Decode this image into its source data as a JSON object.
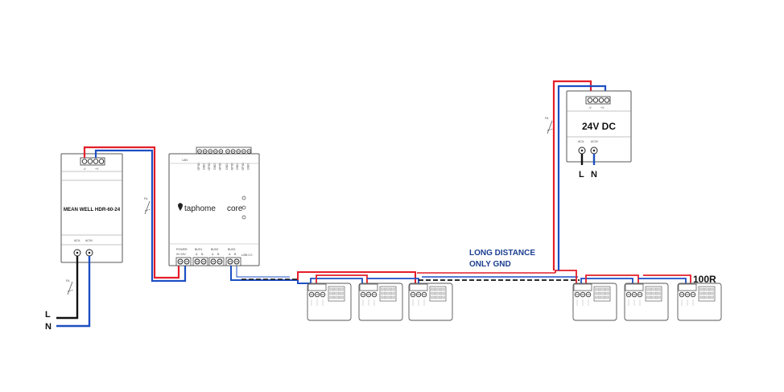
{
  "psu_left": {
    "model": "MEAN WELL HDR-60-24",
    "dc_minus": "-V",
    "dc_plus": "+V",
    "ac_l": "AC/L",
    "ac_n": "AC/N",
    "breaker": "FA"
  },
  "psu_right": {
    "label": "24V DC",
    "dc_minus": "-V",
    "dc_plus": "+V",
    "ac_l": "AC/L",
    "ac_n": "AC/N",
    "breaker": "FA"
  },
  "mains_left": {
    "l": "L",
    "n": "N"
  },
  "mains_right": {
    "l": "L",
    "n": "N"
  },
  "core": {
    "brand": "taphome",
    "product": "core",
    "lan": "LAN",
    "top_labels": [
      "GPIO",
      "GND",
      "GPIO",
      "GND",
      "GPIO",
      "GND",
      "GPIO",
      "GND",
      "GPIO",
      "GND"
    ],
    "power": "POWER",
    "bus1": "BUS1",
    "bus2": "BUS2",
    "bus3": "BUS3",
    "usb": "USB 2.0",
    "ab": "A",
    "bb": "B",
    "power_pins": "0V 24V",
    "breaker": "FA"
  },
  "notes": {
    "long_distance_1": "LONG DISTANCE",
    "long_distance_2": "ONLY GND",
    "terminator": "100R"
  },
  "colors": {
    "positive": "#e41f2a",
    "negative": "#1d4fc3",
    "ground": "#111111",
    "device_stroke": "#555555"
  },
  "icons": [
    "terminal-screw-icon",
    "breaker-switch-icon",
    "taphome-drop-icon"
  ]
}
